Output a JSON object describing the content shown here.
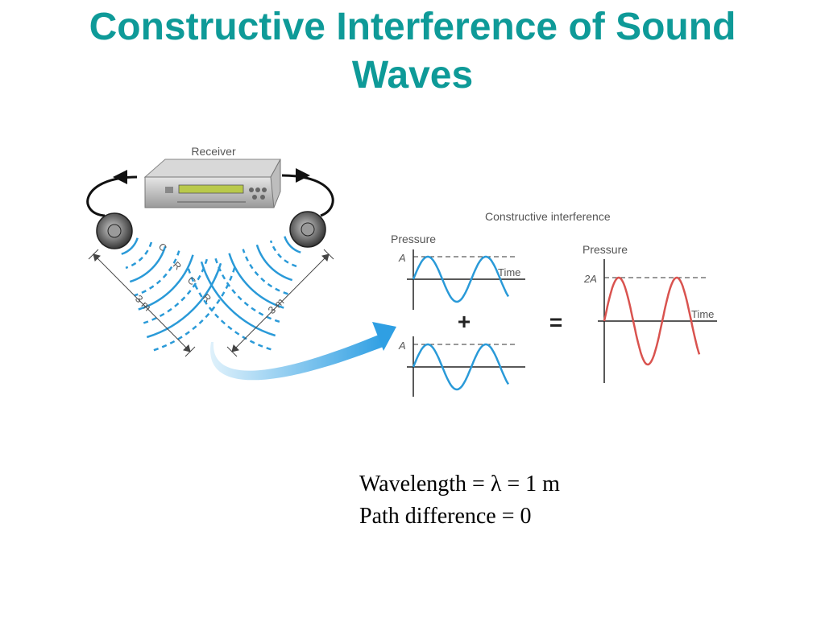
{
  "slide": {
    "title": "Constructive  Interference of Sound\nWaves"
  },
  "figure": {
    "receiver_label": "Receiver",
    "section_label": "Constructive interference",
    "pressure_label": "Pressure",
    "time_label": "Time",
    "amplitude_label": "A",
    "double_amplitude_label": "2A",
    "plus_sign": "+",
    "equals_sign": "=",
    "distance_left": "3 m",
    "distance_right": "3 m",
    "compression_marks": [
      "C",
      "R",
      "C",
      "R"
    ],
    "colors": {
      "wave_blue": "#2a9ad8",
      "sum_wave_red": "#d9534f",
      "arrow_blue": "#3aa7e6",
      "title_teal": "#0e9a98"
    }
  },
  "caption": {
    "wavelength_line": "Wavelength = λ = 1 m",
    "path_line": "Path difference = 0"
  }
}
